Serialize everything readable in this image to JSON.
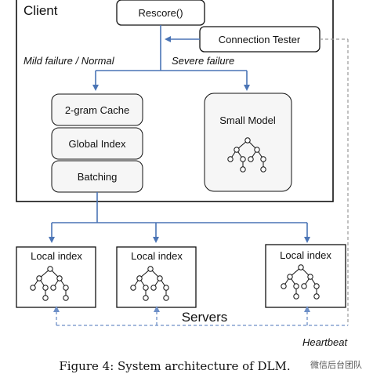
{
  "client": {
    "title": "Client"
  },
  "rescore": {
    "label": "Rescore()"
  },
  "connection_tester": {
    "label": "Connection Tester"
  },
  "branch_labels": {
    "mild": "Mild failure / Normal",
    "severe": "Severe failure"
  },
  "client_components": {
    "cache": "2-gram Cache",
    "global_index": "Global Index",
    "batching": "Batching"
  },
  "small_model": {
    "label": "Small Model"
  },
  "local_indexes": [
    "Local index",
    "Local index",
    "Local index"
  ],
  "servers": {
    "label": "Servers"
  },
  "heartbeat": {
    "label": "Heartbeat"
  },
  "caption": "Figure 4: System architecture of DLM.",
  "watermark": "微信后台团队"
}
